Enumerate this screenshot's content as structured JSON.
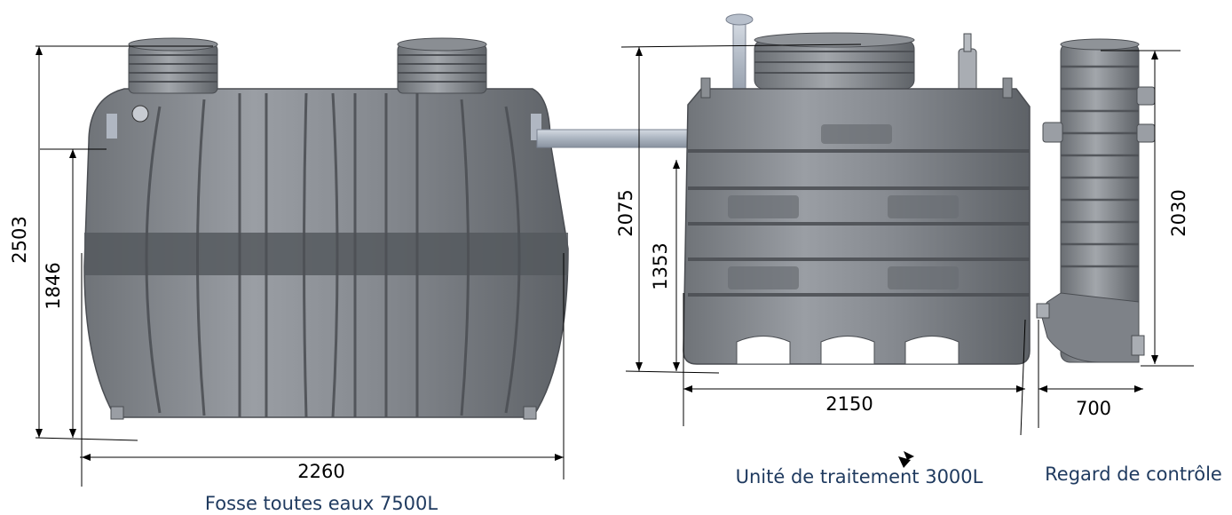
{
  "colors": {
    "tank_dark": "#5a5d62",
    "tank_mid": "#7b7f85",
    "tank_light": "#a4a8ae",
    "pipe": "#b8c0cc",
    "caption": "#1f3a5f",
    "line": "#000000"
  },
  "tanks": {
    "fosse": {
      "caption": "Fosse toutes eaux 7500L",
      "dims": {
        "height_total": "2503",
        "height_inlet": "1846",
        "width": "2260"
      }
    },
    "unite": {
      "caption": "Unité de traitement 3000L",
      "dims": {
        "height_total": "2075",
        "height_inlet": "1353",
        "width": "2150"
      }
    },
    "regard": {
      "caption": "Regard de contrôle",
      "dims": {
        "height_total": "2030",
        "width": "700"
      }
    }
  }
}
